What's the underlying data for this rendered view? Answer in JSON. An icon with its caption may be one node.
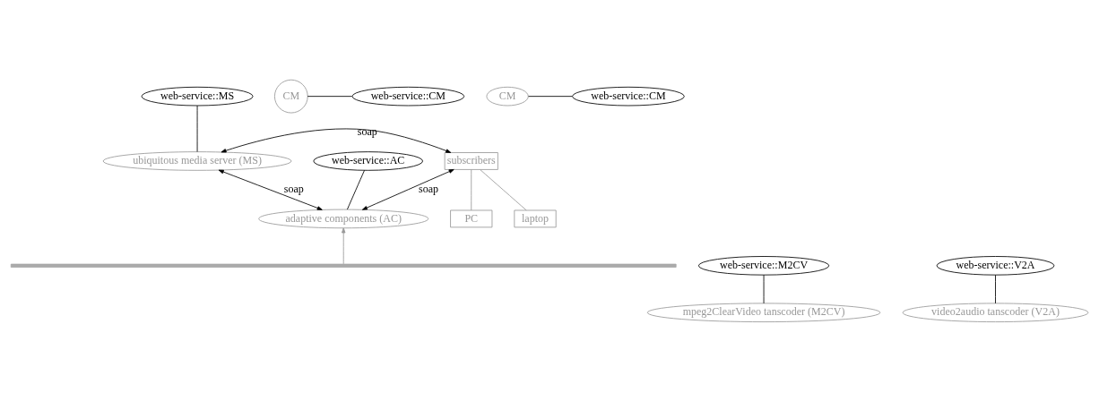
{
  "diagram": {
    "nodes": [
      {
        "text": [
          "web-service::MS"
        ]
      },
      {
        "text": [
          "ubiquitous media server (MS)"
        ]
      },
      {
        "text": [
          "subscribers"
        ]
      },
      {
        "text": [
          "CM"
        ]
      },
      {
        "text": [
          "web-service::CM"
        ]
      },
      {
        "text": [
          "PC"
        ]
      },
      {
        "text": [
          "CM"
        ]
      },
      {
        "text": [
          "web-service::CM"
        ]
      },
      {
        "text": [
          "laptop"
        ]
      },
      {
        "text": [
          "web-service::AC"
        ]
      },
      {
        "text": [
          "adaptive components (AC)"
        ]
      },
      {
        "text": [
          "web-service::M2CV"
        ]
      },
      {
        "text": [
          "web-service::V2A"
        ]
      },
      {
        "text": [],
        "shape": "bar"
      },
      {
        "text": [
          "mpeg2ClearVideo tanscoder (M2CV)"
        ]
      },
      {
        "text": [
          "video2audio tanscoder (V2A)"
        ]
      }
    ],
    "edges": [
      {
        "from": 0,
        "to": 1,
        "arrow": "none"
      },
      {
        "from": 1,
        "to": 2,
        "arrow": "both",
        "label": "soap"
      },
      {
        "from": 1,
        "to": 10,
        "arrow": "both",
        "label": "soap"
      },
      {
        "from": 2,
        "to": 10,
        "arrow": "both",
        "label": "soap"
      },
      {
        "from": 3,
        "to": 4,
        "arrow": "none"
      },
      {
        "from": 2,
        "to": 5,
        "arrow": "none",
        "color": "#999999"
      },
      {
        "from": 6,
        "to": 7,
        "arrow": "none"
      },
      {
        "from": 2,
        "to": 8,
        "arrow": "none",
        "color": "#999999"
      },
      {
        "from": 9,
        "to": 10,
        "arrow": "none"
      },
      {
        "from": 13,
        "to": 10,
        "arrow": "to",
        "color": "#999999"
      },
      {
        "from": 11,
        "to": 14,
        "arrow": "none"
      },
      {
        "from": 12,
        "to": 15,
        "arrow": "none"
      }
    ]
  }
}
